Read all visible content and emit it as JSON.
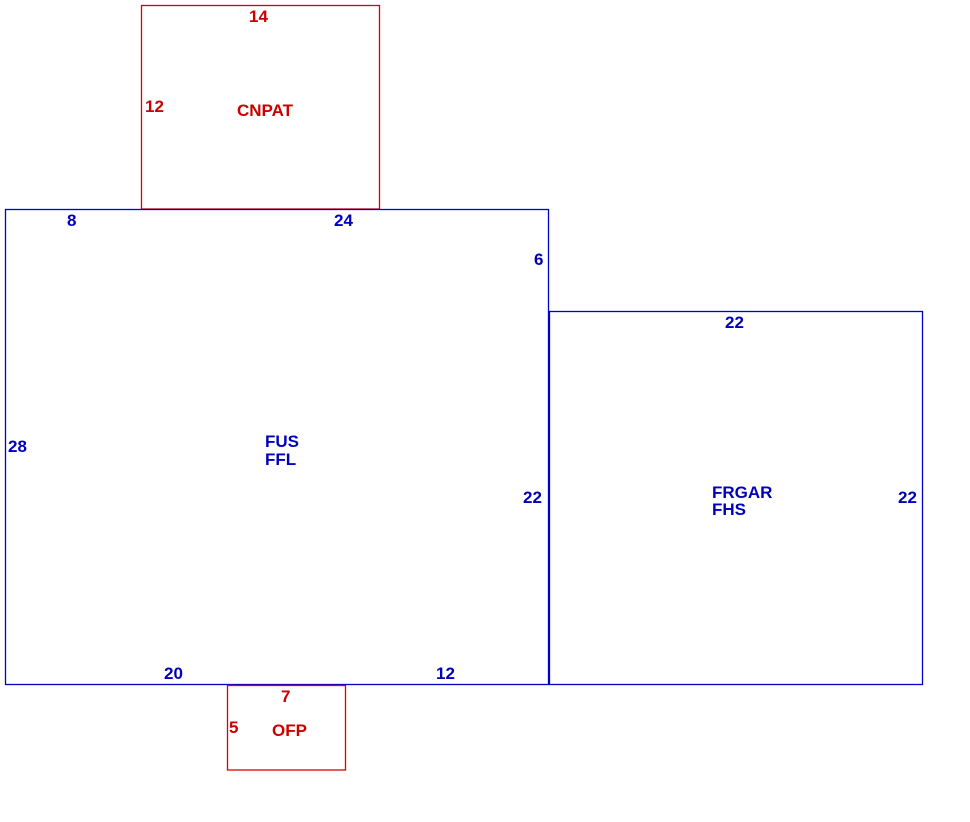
{
  "colors": {
    "main_outline": "#0000cc",
    "main_text": "#0000bb",
    "porch_outline": "#dd0000",
    "porch_text": "#cc0000",
    "background": "#ffffff"
  },
  "areas": {
    "main_house": {
      "codes": [
        "FUS",
        "FFL"
      ],
      "dimensions": {
        "top_left": "8",
        "top_right": "24",
        "right_upper": "6",
        "right_lower": "22",
        "left": "28",
        "bottom_left": "20",
        "bottom_right": "12"
      }
    },
    "garage": {
      "codes": [
        "FRGAR",
        "FHS"
      ],
      "dimensions": {
        "top": "22",
        "right": "22"
      }
    },
    "carport_patio": {
      "code": "CNPAT",
      "dimensions": {
        "top": "14",
        "left": "12"
      }
    },
    "open_porch": {
      "code": "OFP",
      "dimensions": {
        "top": "7",
        "left": "5"
      }
    }
  }
}
